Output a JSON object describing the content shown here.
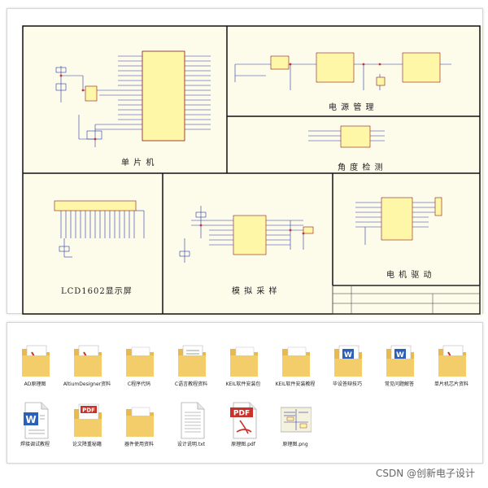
{
  "schematic": {
    "sections": {
      "mcu": "单 片 机",
      "power": "电 源 管 理",
      "angle": "角 度 检 测",
      "lcd": "LCD1602显示屏",
      "analog": "模 拟 采 样",
      "motor": "电 机 驱 动"
    }
  },
  "files": [
    {
      "label": "AD原理图",
      "icon": "folder-pdf-icon"
    },
    {
      "label": "AltiumDesigner资料",
      "icon": "folder-pdf-icon"
    },
    {
      "label": "C程序代码",
      "icon": "folder-icon"
    },
    {
      "label": "C语言教程资料",
      "icon": "folder-doc-icon"
    },
    {
      "label": "KEIL软件安装包",
      "icon": "folder-icon"
    },
    {
      "label": "KEIL软件安装教程",
      "icon": "folder-icon"
    },
    {
      "label": "毕设答辩技巧",
      "icon": "folder-word-icon"
    },
    {
      "label": "常见问题解答",
      "icon": "folder-word-icon"
    },
    {
      "label": "单片机芯片资料",
      "icon": "folder-pdf-icon"
    },
    {
      "label": "焊接调试教程",
      "icon": "word-file-icon"
    },
    {
      "label": "论文降重秘籍",
      "icon": "folder-pdf-icon"
    },
    {
      "label": "器件使用资料",
      "icon": "folder-icon"
    },
    {
      "label": "设计说明.txt",
      "icon": "text-file-icon"
    },
    {
      "label": "原理图.pdf",
      "icon": "pdf-file-icon"
    },
    {
      "label": "原理图.png",
      "icon": "image-file-icon"
    }
  ],
  "watermark": "CSDN @创新电子设计",
  "colors": {
    "sheet": "#fdfbea",
    "wire": "#2a3aa8",
    "ic_fill": "#fff7a8",
    "border": "#111111",
    "folder": "#f3cd6a",
    "pdf_red": "#c8322a",
    "word_blue": "#2b5fb9"
  }
}
